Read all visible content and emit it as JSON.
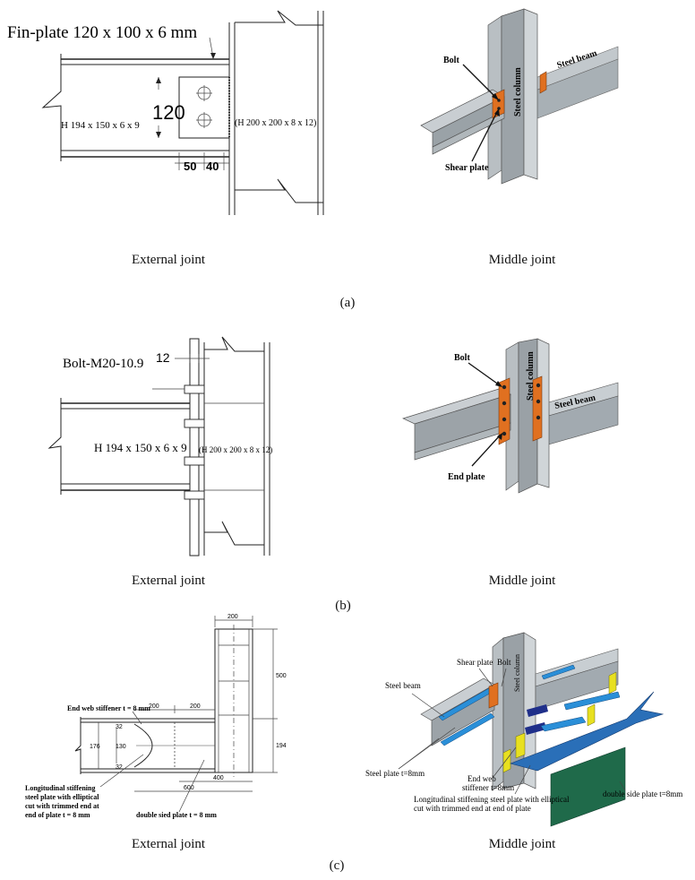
{
  "panels": {
    "a": {
      "sublabel": "(a)",
      "external": {
        "caption": "External joint",
        "fin_plate": "Fin-plate 120 x 100 x 6 mm",
        "beam": "H 194 x 150 x 6 x 9",
        "column": "(H 200 x 200 x 8 x 12)",
        "dim_height": "120",
        "dim_a": "50",
        "dim_b": "40"
      },
      "middle": {
        "caption": "Middle joint",
        "bolt": "Bolt",
        "column": "Steel column",
        "beam": "Steel beam",
        "plate": "Shear plate"
      }
    },
    "b": {
      "sublabel": "(b)",
      "external": {
        "caption": "External joint",
        "bolt": "Bolt-M20-10.9",
        "thickness": "12",
        "beam": "H 194 x 150 x 6 x 9",
        "column": "(H 200 x 200 x 8 x 12)"
      },
      "middle": {
        "caption": "Middle joint",
        "bolt": "Bolt",
        "column": "Steel column",
        "beam": "Steel beam",
        "plate": "End plate"
      }
    },
    "c": {
      "sublabel": "(c)",
      "external": {
        "caption": "External joint",
        "dim_top": "200",
        "dim_500": "500",
        "dim_194": "194",
        "dim_200a": "200",
        "dim_200b": "200",
        "dim_400": "400",
        "dim_600": "600",
        "dim_176": "176",
        "dim_130": "130",
        "dim_32a": "32",
        "dim_32b": "32",
        "end_web": "End web stiffener t = 8 mm",
        "long_plate_l1": "Longitudinal stiffening",
        "long_plate_l2": "steel plate with elliptical",
        "long_plate_l3": "cut with trimmed end at",
        "long_plate_l4": "end of plate t = 8 mm",
        "double_plate": "double sied plate t = 8 mm"
      },
      "middle": {
        "caption": "Middle joint",
        "shear_plate": "Shear plate",
        "bolt": "Bolt",
        "column": "Steel column",
        "beam": "Steel beam",
        "steel_plate": "Steel plate t=8mm",
        "end_web_l1": "End web",
        "end_web_l2": "stiffener t=8mm",
        "long_l1": "Longitudinal stiffening steel plate with elliptical",
        "long_l2": "cut with trimmed end at end of plate",
        "double_plate": "double side plate t=8mm"
      }
    }
  },
  "colors": {
    "steel": "#c9ced2",
    "steel_dark": "#8e969c",
    "plate_orange": "#e07020",
    "plate_blue": "#2a8fd8",
    "plate_navy": "#1f2f8a",
    "plate_yellow": "#e8e020",
    "plate_green": "#1f6a4a"
  }
}
